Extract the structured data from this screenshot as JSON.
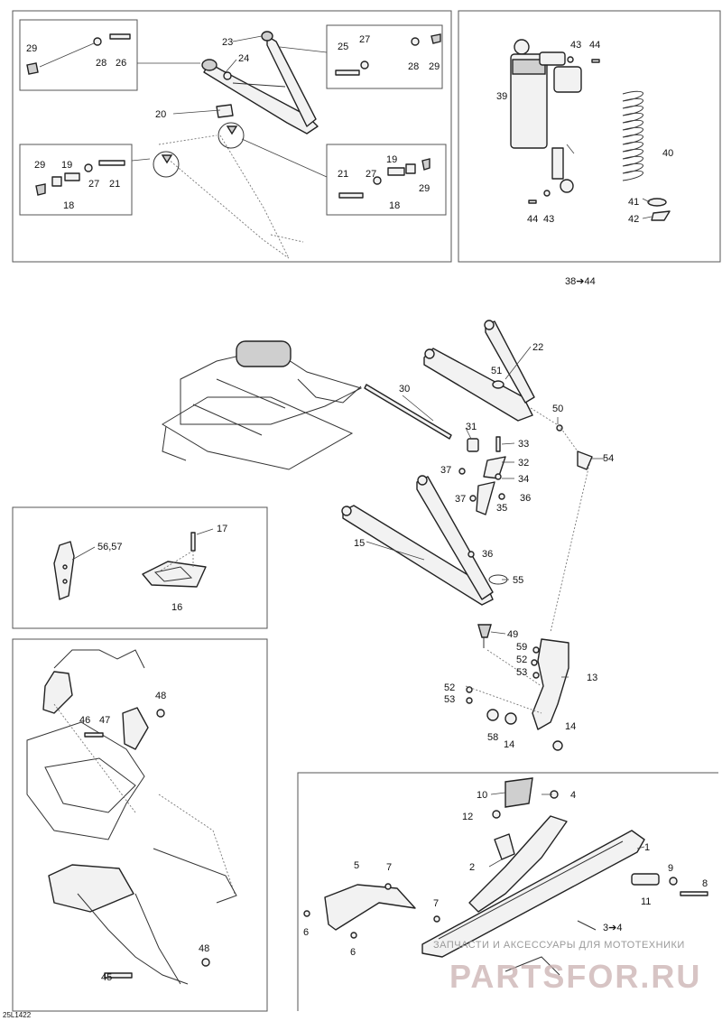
{
  "diagram_code": "25L1422",
  "watermark": {
    "line1": "ЗАПЧАСТИ И АКСЕССУАРЫ ДЛЯ МОТОТЕХНИКИ",
    "line2": "PARTSFOR.RU"
  },
  "callouts": {
    "c1": "1",
    "c2": "2",
    "c3to4": "3➔4",
    "c4": "4",
    "c5": "5",
    "c6a": "6",
    "c6b": "6",
    "c7a": "7",
    "c7b": "7",
    "c8": "8",
    "c9": "9",
    "c10": "10",
    "c11": "11",
    "c12": "12",
    "c13": "13",
    "c14a": "14",
    "c14b": "14",
    "c15": "15",
    "c16": "16",
    "c17": "17",
    "c18a": "18",
    "c18b": "18",
    "c19a": "19",
    "c19b": "19",
    "c20": "20",
    "c21a": "21",
    "c21b": "21",
    "c22": "22",
    "c23": "23",
    "c24": "24",
    "c25": "25",
    "c26": "26",
    "c27a": "27",
    "c27b": "27",
    "c27c": "27",
    "c28a": "28",
    "c28b": "28",
    "c29a": "29",
    "c29b": "29",
    "c29c": "29",
    "c29d": "29",
    "c30": "30",
    "c31": "31",
    "c32": "32",
    "c33": "33",
    "c34": "34",
    "c35": "35",
    "c36a": "36",
    "c36b": "36",
    "c37a": "37",
    "c37b": "37",
    "c38to44": "38➔44",
    "c39": "39",
    "c40": "40",
    "c41": "41",
    "c42": "42",
    "c43a": "43",
    "c43b": "43",
    "c44a": "44",
    "c44b": "44",
    "c45": "45",
    "c46": "46",
    "c47": "47",
    "c48a": "48",
    "c48b": "48",
    "c49": "49",
    "c50": "50",
    "c51": "51",
    "c52a": "52",
    "c52b": "52",
    "c53a": "53",
    "c53b": "53",
    "c54": "54",
    "c55": "55",
    "c5657": "56,57",
    "c58": "58",
    "c59": "59"
  }
}
